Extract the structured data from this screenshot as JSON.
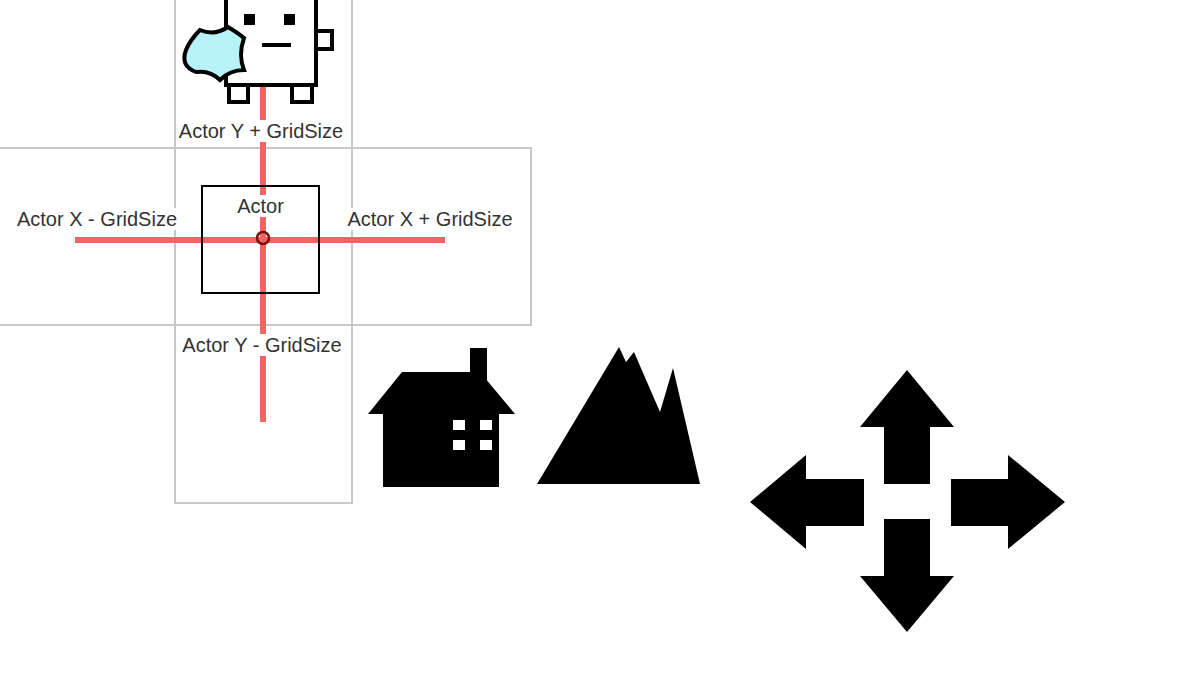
{
  "diagram": {
    "nodes": [
      {
        "text": [
          "Actor"
        ]
      }
    ],
    "labels": [
      "Actor Y + GridSize",
      "Actor X - GridSize",
      "Actor X + GridSize",
      "Actor Y - GridSize"
    ]
  }
}
